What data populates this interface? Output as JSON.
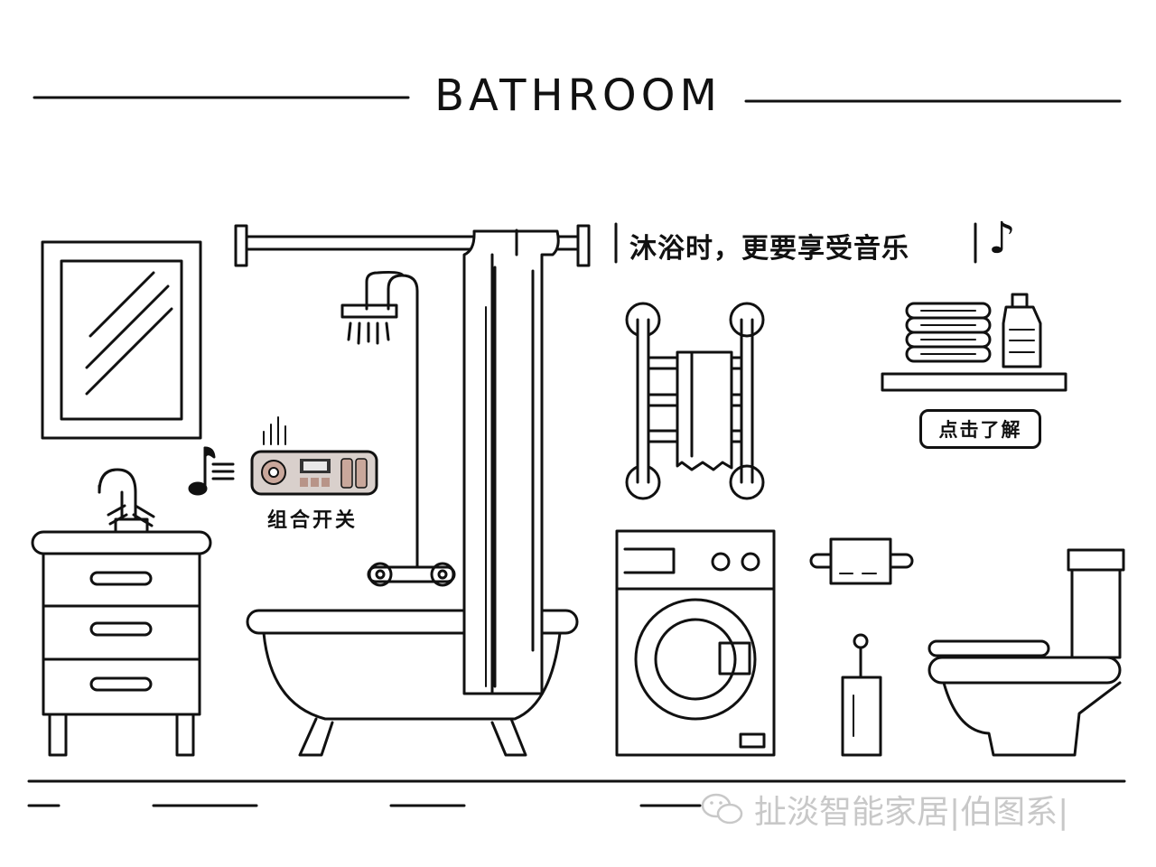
{
  "header": {
    "title": "BATHROOM"
  },
  "banner": {
    "slogan": "沐浴时，更要享受音乐",
    "music_glyph": "♪"
  },
  "switch_panel": {
    "label": "组合开关"
  },
  "shelf": {
    "button_label": "点击了解"
  },
  "watermark": {
    "text": "扯淡智能家居|伯图系|"
  },
  "icons": {
    "mirror": "mirror-icon",
    "sink": "sink-cabinet-icon",
    "shower": "shower-icon",
    "bathtub": "bathtub-icon",
    "curtain": "shower-curtain-icon",
    "towel_rack": "heated-towel-rack-icon",
    "towels": "folded-towels-icon",
    "bottle": "shampoo-bottle-icon",
    "washer": "washing-machine-icon",
    "paper_holder": "toilet-paper-holder-icon",
    "brush": "toilet-brush-icon",
    "toilet": "toilet-icon",
    "speaker": "music-note-icon",
    "control_panel": "combination-switch-icon"
  },
  "colors": {
    "line": "#111111",
    "panel_bg": "#d9d0cc",
    "panel_knob": "#c9a79b",
    "watermark": "#c8c8c8"
  }
}
